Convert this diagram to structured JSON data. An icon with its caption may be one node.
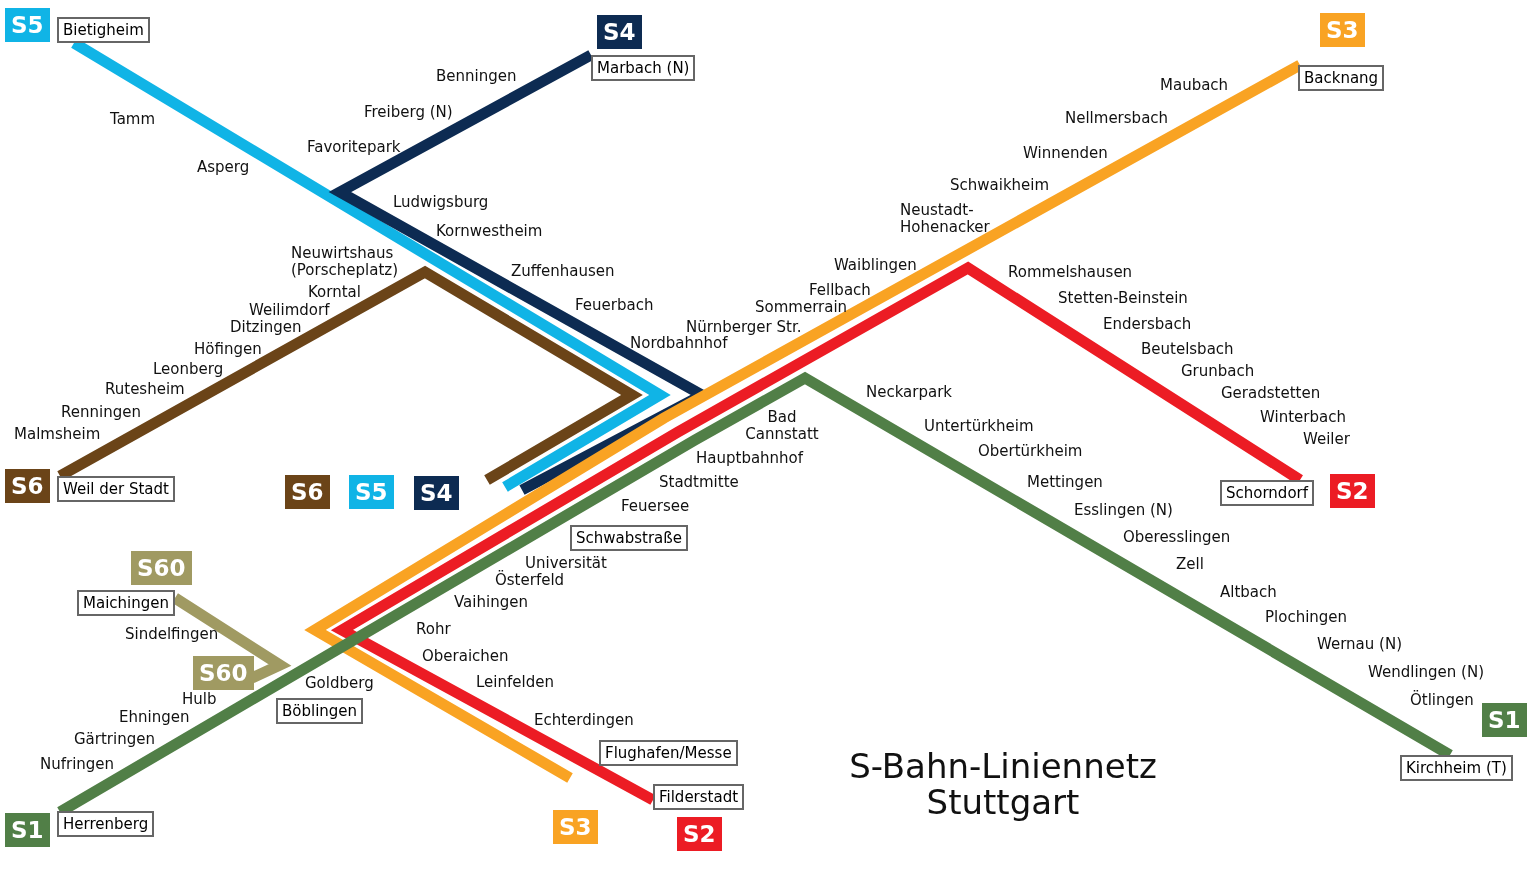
{
  "diagram": {
    "title": "S-Bahn-Liniennetz Stuttgart",
    "nodes": [
      {
        "text": [
          "S5"
        ]
      },
      {
        "text": [
          "Bietigheim"
        ]
      },
      {
        "text": [
          "S3"
        ]
      },
      {
        "text": [
          "S4"
        ]
      },
      {
        "text": [
          "Marbach (N)"
        ]
      },
      {
        "text": [
          "Backnang"
        ]
      },
      {
        "text": [
          "S6"
        ]
      },
      {
        "text": [
          "Weil der Stadt"
        ]
      },
      {
        "text": [
          "S6"
        ]
      },
      {
        "text": [
          "S5"
        ]
      },
      {
        "text": [
          "S4"
        ]
      },
      {
        "text": [
          "Schorndorf"
        ]
      },
      {
        "text": [
          "S2"
        ]
      },
      {
        "text": [
          "Schwabstraße"
        ]
      },
      {
        "text": [
          "S60"
        ]
      },
      {
        "text": [
          "Maichingen"
        ]
      },
      {
        "text": [
          "S60"
        ]
      },
      {
        "text": [
          "S1"
        ]
      },
      {
        "text": [
          "Böblingen"
        ]
      },
      {
        "text": [
          "Flughafen/Messe"
        ]
      },
      {
        "text": [
          "Kirchheim (T)"
        ]
      },
      {
        "text": [
          "Filderstadt"
        ]
      },
      {
        "text": [
          "S1"
        ]
      },
      {
        "text": [
          "S3"
        ]
      },
      {
        "text": [
          "Herrenberg"
        ]
      },
      {
        "text": [
          "S2"
        ]
      }
    ],
    "edges": [
      {
        "from": 1,
        "to": null,
        "arrow": "none",
        "color": "#10b4e6"
      },
      {
        "from": 4,
        "to": null,
        "arrow": "none",
        "color": "#0d2b52"
      },
      {
        "from": 5,
        "to": null,
        "arrow": "none",
        "color": "#f9a323"
      },
      {
        "from": 7,
        "to": null,
        "arrow": "none",
        "color": "#6b4418"
      },
      {
        "from": 11,
        "to": 21,
        "arrow": "none",
        "color": "#ec1c24"
      },
      {
        "from": 15,
        "to": 16,
        "arrow": "none",
        "color": "#a09a62"
      },
      {
        "from": 20,
        "to": 24,
        "arrow": "none",
        "color": "#517f47"
      }
    ],
    "labels": [
      "Benningen",
      "Maubach",
      "Tamm",
      "Freiberg (N)",
      "Nellmersbach",
      "Favoritepark",
      "Winnenden",
      "Asperg",
      "Schwaikheim",
      "Ludwigsburg",
      "Neustadt-Hohenacker",
      "Kornwestheim",
      "Neuwirtshaus (Porscheplatz)",
      "Zuffenhausen",
      "Waiblingen",
      "Rommelshausen",
      "Korntal",
      "Fellbach",
      "Stetten-Beinstein",
      "Feuerbach",
      "Weilimdorf",
      "Sommerrain",
      "Ditzingen",
      "Nürnberger Str.",
      "Endersbach",
      "Nordbahnhof",
      "Höfingen",
      "Beutelsbach",
      "Leonberg",
      "Grunbach",
      "Rutesheim",
      "Neckarpark",
      "Geradstetten",
      "Renningen",
      "Bad Cannstatt",
      "Winterbach",
      "Untertürkheim",
      "Malmsheim",
      "Weiler",
      "Obertürkheim",
      "Hauptbahnhof",
      "Stadtmitte",
      "Mettingen",
      "Feuersee",
      "Esslingen (N)",
      "Oberesslingen",
      "Universität",
      "Zell",
      "Österfeld",
      "Altbach",
      "Vaihingen",
      "Plochingen",
      "Sindelfingen",
      "Rohr",
      "Wernau (N)",
      "Oberaichen",
      "Wendlingen (N)",
      "Goldberg",
      "Leinfelden",
      "Hulb",
      "Ötlingen",
      "Ehningen",
      "Echterdingen",
      "Gärtringen",
      "Nufringen"
    ]
  }
}
